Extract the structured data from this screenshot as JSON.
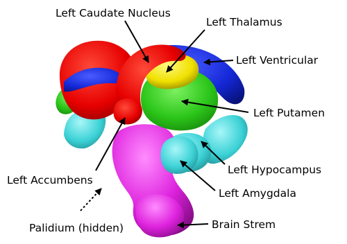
{
  "labels": {
    "caudate": "Left Caudate Nucleus",
    "thalamus": "Left Thalamus",
    "ventricular": "Left Ventricular",
    "putamen": "Left Putamen",
    "hypocampus": "Left Hypocampus",
    "accumbens": "Left Accumbens",
    "amygdala": "Left Amygdala",
    "palidium": "Palidium (hidden)",
    "brainstem": "Brain Strem"
  },
  "colors": {
    "caudate": "#e60000",
    "thalamus": "#f0e000",
    "ventricular": "#1428d8",
    "putamen": "#2cc61a",
    "hippocampus_amygdala": "#3cd2d6",
    "brainstem": "#dd22dd"
  }
}
